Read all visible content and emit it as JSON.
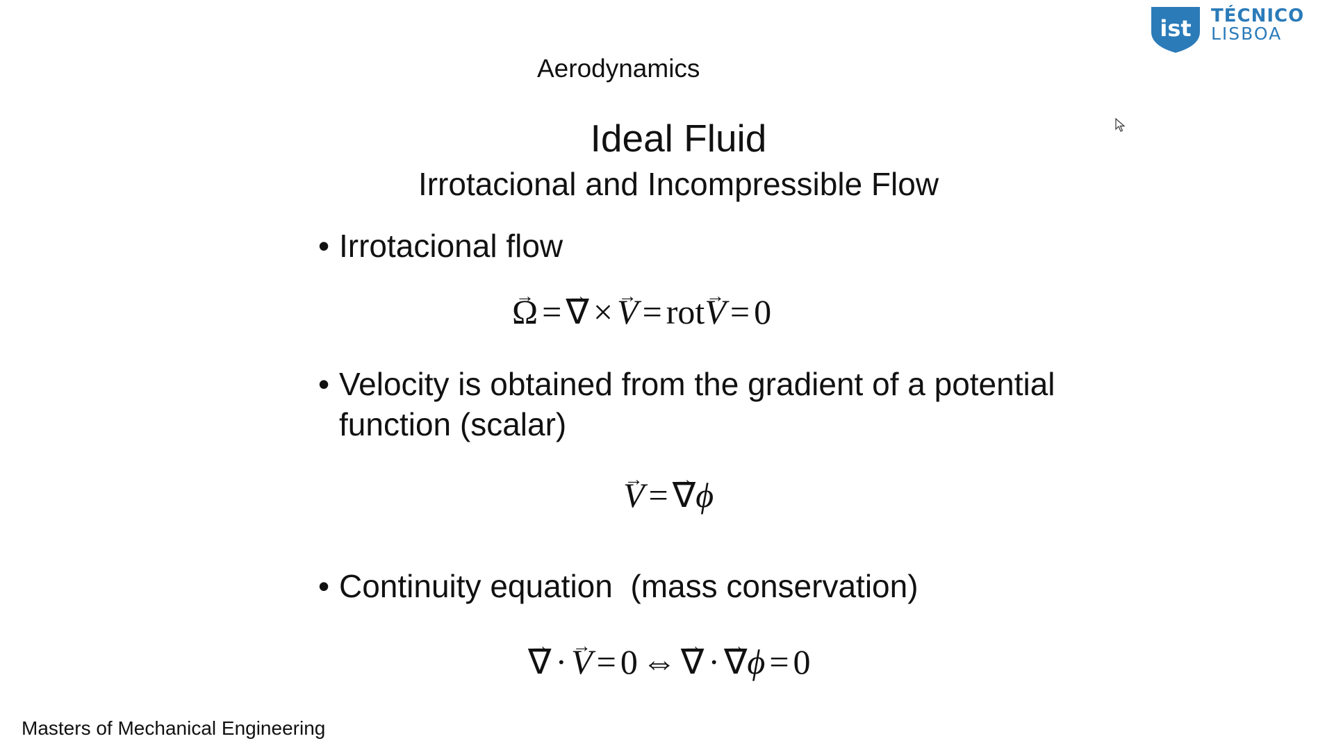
{
  "logo": {
    "line1": "TÉCNICO",
    "line2": "LISBOA",
    "color": "#2b7bb9"
  },
  "course": "Aerodynamics",
  "title": "Ideal Fluid",
  "subtitle": "Irrotacional and Incompressible Flow",
  "bullets": [
    {
      "text": "Irrotacional flow"
    },
    {
      "text": "Velocity is obtained from the gradient of a potential function (scalar)"
    },
    {
      "text": "Continuity equation  (mass conservation)"
    }
  ],
  "equations": {
    "eq1": {
      "omega": "Ω",
      "nabla": "∇",
      "v": "V",
      "rot": "rot",
      "zero": "0"
    },
    "eq2": {
      "v": "V",
      "nabla": "∇",
      "phi": "ϕ"
    },
    "eq3": {
      "nabla": "∇",
      "v": "V",
      "zero": "0",
      "iff": "⇔",
      "phi": "ϕ"
    }
  },
  "footer": "Masters of Mechanical Engineering"
}
